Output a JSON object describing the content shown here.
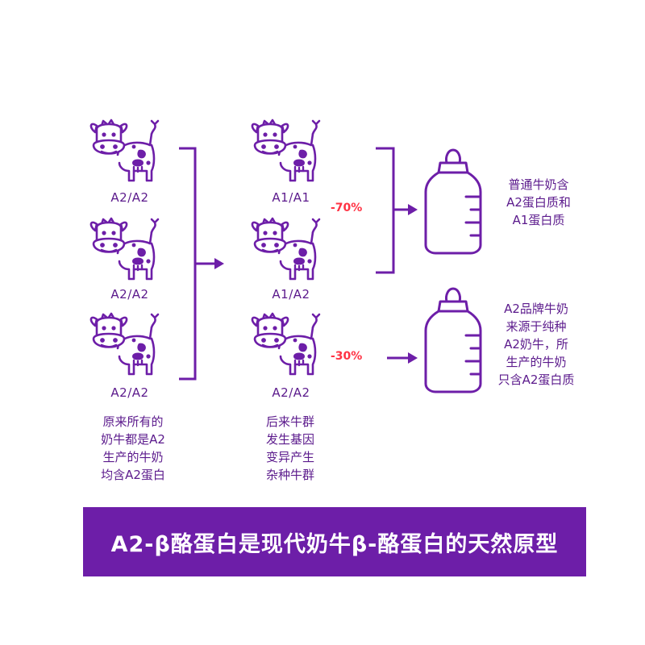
{
  "colors": {
    "accent": "#6d1ea8",
    "text": "#5b1a8c",
    "reduction": "#ff3344"
  },
  "left_column": {
    "genotypes": [
      "A2/A2",
      "A2/A2",
      "A2/A2"
    ],
    "caption": "原来所有的\n奶牛都是A2\n生产的牛奶\n均含A2蛋白"
  },
  "middle_column": {
    "genotypes": [
      "A1/A1",
      "A1/A2",
      "A2/A2"
    ],
    "caption": "后来牛群\n发生基因\n变异产生\n杂种牛群"
  },
  "reductions": {
    "top": "-70%",
    "bottom": "-30%"
  },
  "bottles": {
    "top_text": "普通牛奶含\nA2蛋白质和\nA1蛋白质",
    "bottom_text": "A2品牌牛奶\n来源于纯种\nA2奶牛，所\n生产的牛奶\n只含A2蛋白质"
  },
  "banner": {
    "text": "A2-β酪蛋白是现代奶牛β-酪蛋白的天然原型"
  },
  "icons": [
    "cow-icon",
    "milk-bottle-icon",
    "arrow-right-icon"
  ]
}
